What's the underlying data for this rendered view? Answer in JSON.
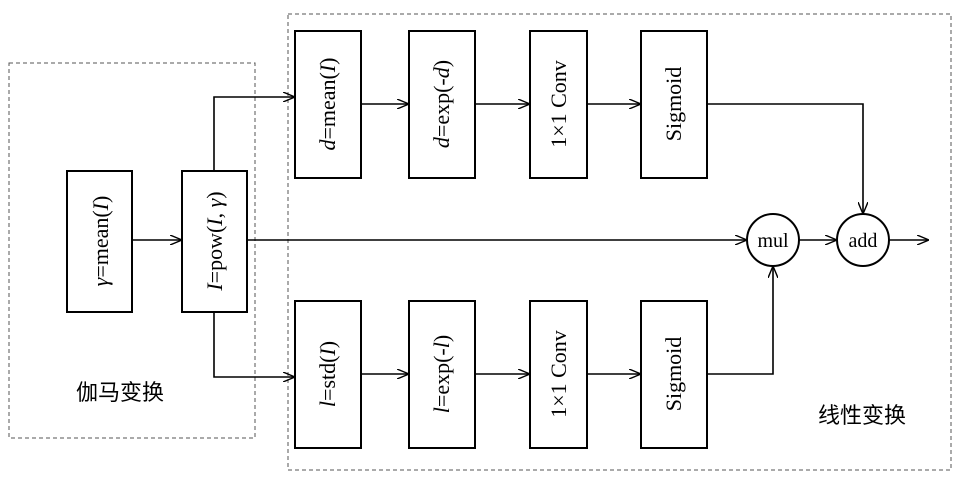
{
  "groups": {
    "gamma": "伽马变换",
    "linear": "线性变换"
  },
  "blocks": {
    "gamma_mean": {
      "a": "γ",
      "b": "=mean(",
      "c": "I",
      "d": ")"
    },
    "pow": {
      "a": "I",
      "b": "=pow(",
      "c": "I",
      "d": ", ",
      "e": "γ",
      "f": ")"
    },
    "top_mean": {
      "a": "d",
      "b": "=mean(",
      "c": "I",
      "d": ")"
    },
    "top_exp": {
      "a": "d",
      "b": "=exp(-",
      "c": "d",
      "d": ")"
    },
    "top_conv": "1×1 Conv",
    "top_sigmoid": "Sigmoid",
    "bot_std": {
      "a": "l",
      "b": "=std(",
      "c": "I",
      "d": ")"
    },
    "bot_exp": {
      "a": "l",
      "b": "=exp(-",
      "c": "l",
      "d": ")"
    },
    "bot_conv": "1×1 Conv",
    "bot_sigmoid": "Sigmoid"
  },
  "ops": {
    "mul": "mul",
    "add": "add"
  }
}
